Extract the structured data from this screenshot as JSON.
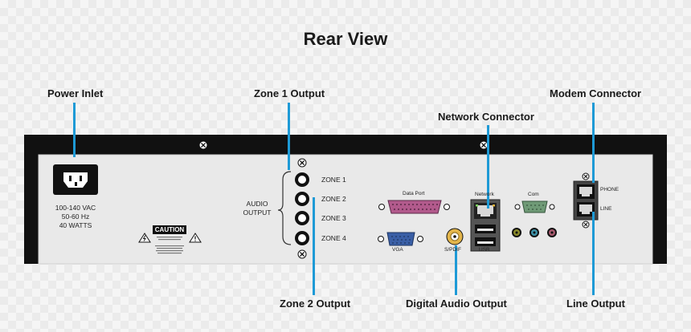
{
  "title": "Rear View",
  "callouts": {
    "power_inlet": "Power Inlet",
    "zone1_output": "Zone 1 Output",
    "network_connector": "Network Connector",
    "modem_connector": "Modem Connector",
    "zone2_output": "Zone 2 Output",
    "digital_audio_output": "Digital Audio Output",
    "line_output": "Line Output"
  },
  "power": {
    "voltage": "100-140 VAC",
    "frequency": "50-60 Hz",
    "wattage": "40 WATTS"
  },
  "caution": {
    "label": "CAUTION"
  },
  "audio": {
    "group_label_1": "AUDIO",
    "group_label_2": "OUTPUT",
    "zones": [
      "ZONE 1",
      "ZONE 2",
      "ZONE 3",
      "ZONE 4"
    ]
  },
  "ports": {
    "data_port": "Data Port",
    "vga": "VGA",
    "spdif": "S/PDIF",
    "network": "Network",
    "usb": "USB",
    "com": "Com",
    "phone": "PHONE",
    "line": "LINE"
  },
  "colors": {
    "accent": "#1e9ad6",
    "chassis": "#111111",
    "panel": "#e9e9e9",
    "data_port": "#b25a8c",
    "vga": "#3a5fa6",
    "com": "#6f9a76",
    "spdif": "#e3b54a"
  }
}
